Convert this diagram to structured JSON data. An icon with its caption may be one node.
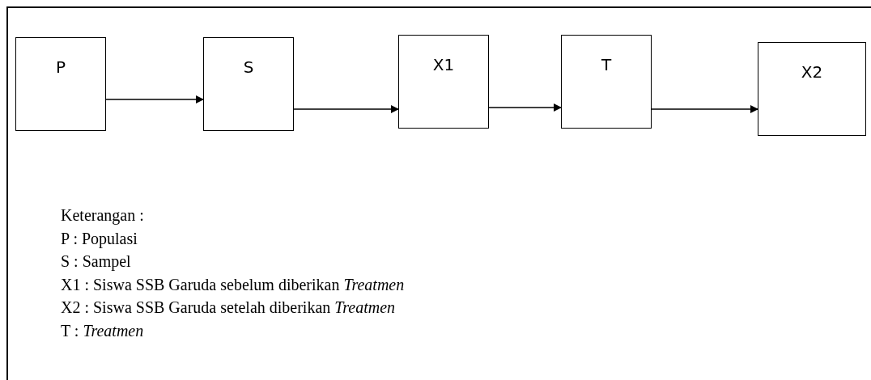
{
  "diagram": {
    "nodes": [
      {
        "text": [
          "P"
        ]
      },
      {
        "text": [
          "S"
        ]
      },
      {
        "text": [
          "X1"
        ]
      },
      {
        "text": [
          "T"
        ]
      },
      {
        "text": [
          "X2"
        ]
      }
    ],
    "edges": [
      {
        "from": 0,
        "to": 1,
        "arrow": "to"
      },
      {
        "from": 1,
        "to": 2,
        "arrow": "to"
      },
      {
        "from": 2,
        "to": 3,
        "arrow": "to"
      },
      {
        "from": 3,
        "to": 4,
        "arrow": "to"
      }
    ],
    "labels": [
      "Keterangan :",
      "P : Populasi",
      "S : Sampel",
      "X1 : Siswa SSB Garuda sebelum diberikan *Treatmen*",
      "X2 : Siswa SSB Garuda setelah diberikan *Treatmen*",
      "T : *Treatmen*"
    ]
  }
}
